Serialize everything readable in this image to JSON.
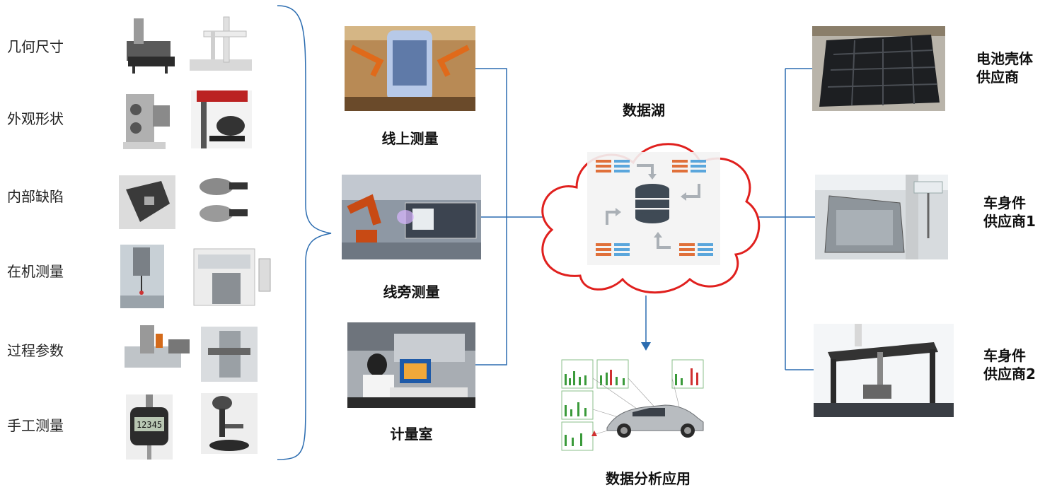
{
  "categories": [
    {
      "label": "几何尺寸"
    },
    {
      "label": "外观形状"
    },
    {
      "label": "内部缺陷"
    },
    {
      "label": "在机测量"
    },
    {
      "label": "过程参数"
    },
    {
      "label": "手工测量"
    }
  ],
  "stations": {
    "inline": "线上测量",
    "nearline": "线旁测量",
    "lab": "计量室"
  },
  "data_lake": {
    "title": "数据湖"
  },
  "analytics": {
    "caption": "数据分析应用"
  },
  "suppliers": {
    "battery": "电池壳体\n供应商",
    "body1": "车身件\n供应商1",
    "body2": "车身件\n供应商2"
  },
  "gauge_display": "12345",
  "colors": {
    "connector": "#2b6cb0",
    "cloud": "#e0201e",
    "cloud_icon_orange": "#e0703a",
    "cloud_icon_blue": "#5aa6dc",
    "cloud_icon_dark": "#3f4a55"
  }
}
